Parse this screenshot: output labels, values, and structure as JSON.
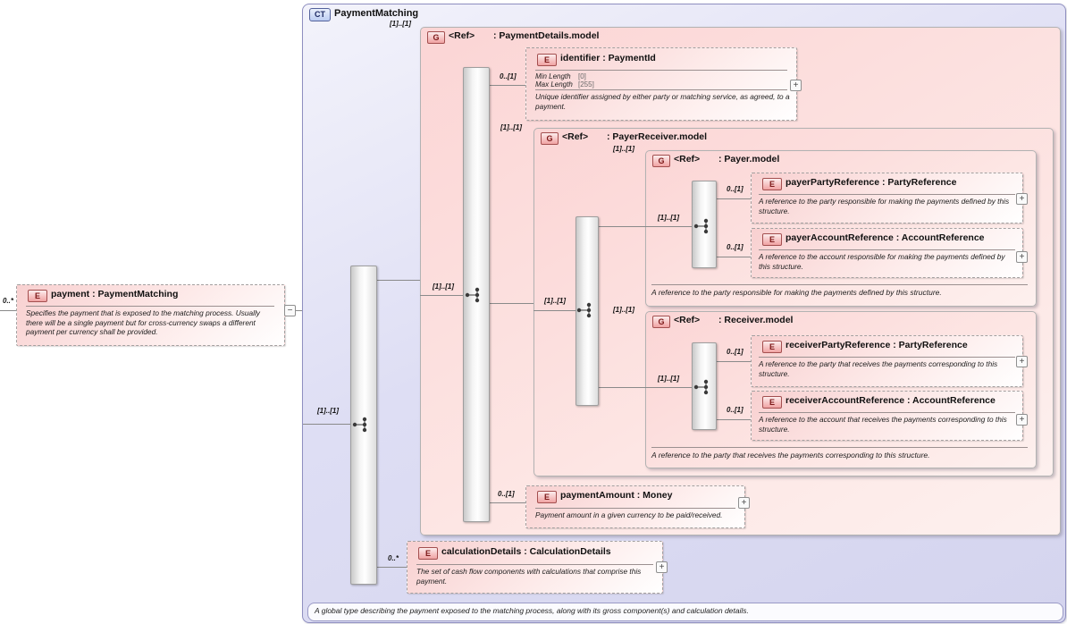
{
  "icons": {
    "expand": "+",
    "collapse": "−"
  },
  "colors": {
    "container_fill": "#dadaf2",
    "group_fill": "#fbd8d8",
    "element_fill": "#f8d0d0",
    "badge_red_border": "#a34f4f",
    "badge_blue_border": "#54629b"
  },
  "root": {
    "badge": "CT",
    "title": "PaymentMatching",
    "sequence_cardinality": "[1]..[1]",
    "footnote": "A global type describing the payment exposed to the matching process, along with its gross component(s) and calculation details."
  },
  "payment": {
    "badge": "E",
    "cardinality": "0..*",
    "title": "payment : PaymentMatching",
    "description": "Specifies the payment that is exposed to the matching process. Usually there will be a single payment but for cross-currency swaps a different payment per currency shall be provided."
  },
  "payment_details": {
    "badge": "G",
    "cardinality": "[1]..[1]",
    "ref": "<Ref>",
    "type": ": PaymentDetails.model",
    "sequence_cardinality": "[1]..[1]",
    "identifier": {
      "badge": "E",
      "cardinality": "0..[1]",
      "title": "identifier : PaymentId",
      "facets": [
        {
          "label": "Min Length",
          "value": "[0]"
        },
        {
          "label": "Max Length",
          "value": "[255]"
        }
      ],
      "description": "Unique identifier assigned by either party or matching service, as agreed, to a payment."
    },
    "payer_receiver": {
      "badge": "G",
      "cardinality": "[1]..[1]",
      "ref": "<Ref>",
      "type": ": PayerReceiver.model",
      "sequence_cardinality": "[1]..[1]",
      "payer": {
        "badge": "G",
        "cardinality": "[1]..[1]",
        "ref": "<Ref>",
        "type": ": Payer.model",
        "sequence_cardinality": "[1]..[1]",
        "party_reference": {
          "badge": "E",
          "cardinality": "0..[1]",
          "title": "payerPartyReference : PartyReference",
          "description": "A reference to the party responsible for making the payments defined by this structure."
        },
        "account_reference": {
          "badge": "E",
          "cardinality": "0..[1]",
          "title": "payerAccountReference : AccountReference",
          "description": "A reference to the account responsible for making the payments defined by this structure."
        },
        "footnote": "A reference to the party responsible for making the payments defined by this structure."
      },
      "receiver": {
        "badge": "G",
        "cardinality": "[1]..[1]",
        "ref": "<Ref>",
        "type": ": Receiver.model",
        "sequence_cardinality": "[1]..[1]",
        "party_reference": {
          "badge": "E",
          "cardinality": "0..[1]",
          "title": "receiverPartyReference : PartyReference",
          "description": "A reference to the party that receives the payments corresponding to this structure."
        },
        "account_reference": {
          "badge": "E",
          "cardinality": "0..[1]",
          "title": "receiverAccountReference : AccountReference",
          "description": "A reference to the account that receives the payments corresponding to this structure."
        },
        "footnote": "A reference to the party that receives the payments corresponding to this structure."
      }
    },
    "payment_amount": {
      "badge": "E",
      "cardinality": "0..[1]",
      "title": "paymentAmount : Money",
      "description": "Payment amount in a given currency to be paid/received."
    }
  },
  "calculation_details": {
    "badge": "E",
    "cardinality": "0..*",
    "title": "calculationDetails : CalculationDetails",
    "description": "The set of cash flow components with calculations that comprise this payment."
  }
}
